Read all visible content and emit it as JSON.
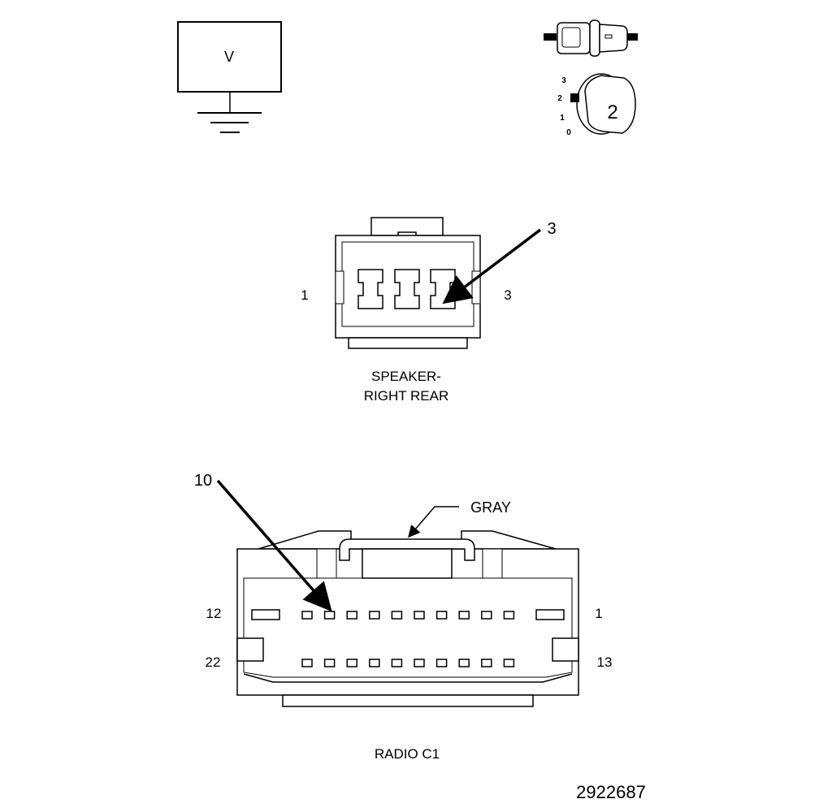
{
  "meter": {
    "label": "V"
  },
  "ignition": {
    "positions": [
      "3",
      "2",
      "1",
      "0"
    ],
    "position_marker": "2"
  },
  "speaker_connector": {
    "name_line1": "SPEAKER-",
    "name_line2": "RIGHT REAR",
    "pin_left": "1",
    "pin_right": "3",
    "callout": "3"
  },
  "radio_connector": {
    "name": "RADIO C1",
    "color_label": "GRAY",
    "callout": "10",
    "row1_left": "12",
    "row1_right": "1",
    "row2_left": "22",
    "row2_right": "13"
  },
  "figure_id": "2922687"
}
